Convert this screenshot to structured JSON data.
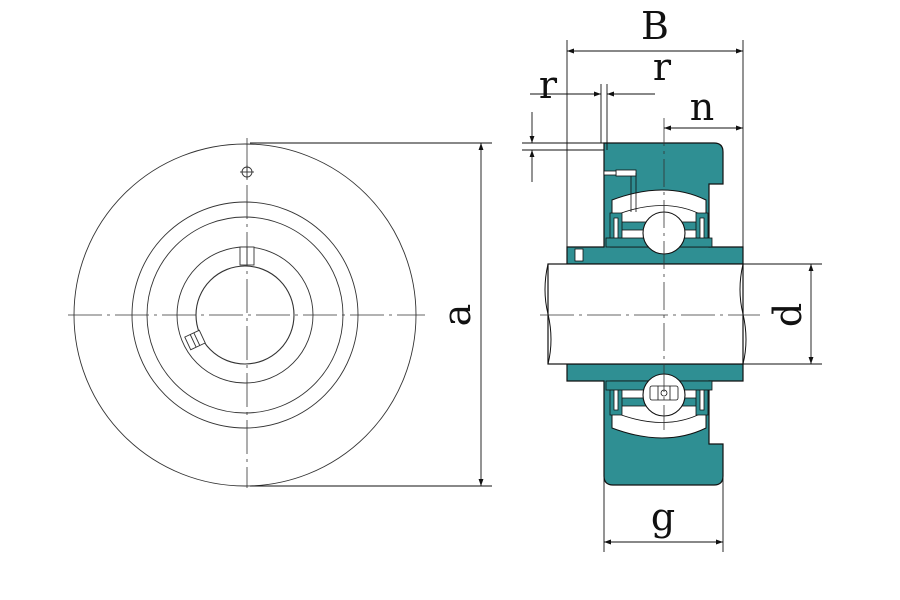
{
  "labels": {
    "B": "B",
    "r_left": "r",
    "r_right": "r",
    "n": "n",
    "a": "a",
    "d": "d",
    "g": "g"
  },
  "colors": {
    "housing": "#2f8f93",
    "line": "#111111",
    "thin": "#333333",
    "background": "#ffffff"
  }
}
